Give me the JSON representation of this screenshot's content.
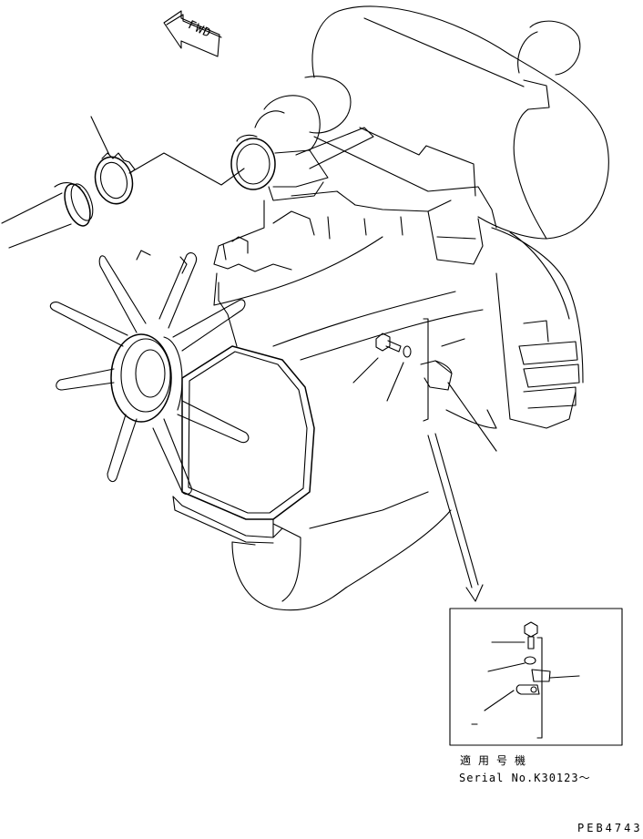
{
  "fwd_label": "FWD",
  "applicable_label": "適用号機",
  "serial_label": "Serial No.K30123～",
  "drawing_code": "PEB4743",
  "colors": {
    "line": "#000000",
    "background": "#ffffff"
  }
}
